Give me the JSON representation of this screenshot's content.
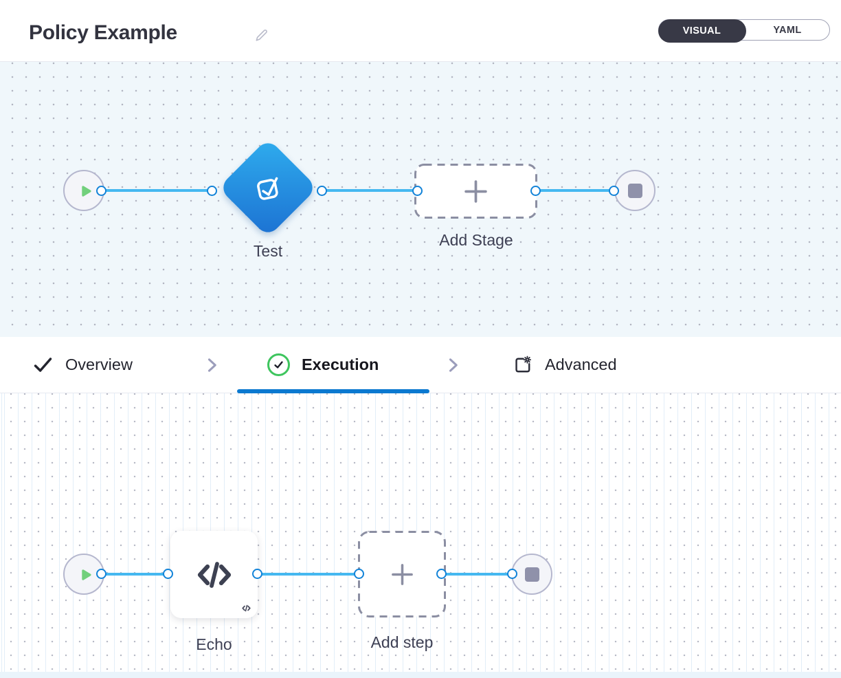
{
  "header": {
    "title": "Policy Example",
    "edit_icon": "pencil-icon",
    "view_toggle": {
      "options": [
        "VISUAL",
        "YAML"
      ],
      "selected": "VISUAL"
    }
  },
  "stage_pipeline": {
    "start_node": "play",
    "stage": {
      "name": "Test",
      "icon": "approval-check-icon"
    },
    "add_stage": {
      "label": "Add Stage",
      "icon": "plus-icon"
    },
    "end_node": "stop"
  },
  "tabs": {
    "overview": {
      "label": "Overview",
      "icon": "check-icon",
      "active": false
    },
    "execution": {
      "label": "Execution",
      "icon": "success-circle-icon",
      "active": true
    },
    "advanced": {
      "label": "Advanced",
      "icon": "panel-gear-icon",
      "active": false
    }
  },
  "step_pipeline": {
    "start_node": "play",
    "step": {
      "name": "Echo",
      "icon": "code-icon"
    },
    "add_step": {
      "label": "Add step",
      "icon": "plus-icon"
    },
    "end_node": "stop"
  },
  "colors": {
    "accent_blue": "#0b79d0",
    "connector_blue": "#45b8f0",
    "port_border_blue": "#1283d8",
    "stage_gradient_start": "#2fadee",
    "stage_gradient_end": "#1c71d2",
    "play_green": "#72d07c",
    "success_green": "#3ec55e",
    "dark_text": "#32333f",
    "node_gray": "#8f91aa",
    "toggle_dark": "#383946",
    "canvas_blue_bg": "#f0f7fb"
  }
}
